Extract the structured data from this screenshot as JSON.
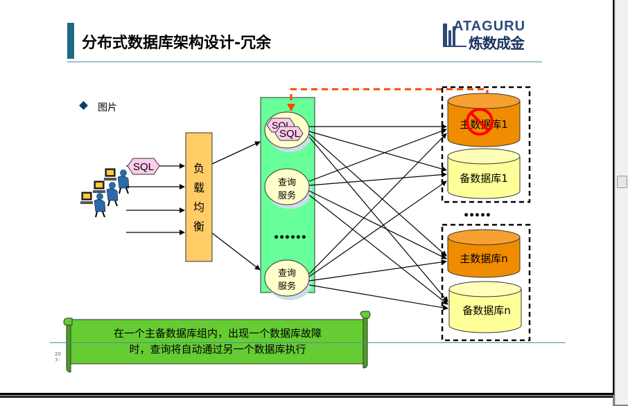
{
  "slide": {
    "title": "分布式数据库架构设计-冗余",
    "logo_latin": "ATAGURU",
    "logo_cn": "炼数成金",
    "bullet": "图片",
    "footer_line1": "20",
    "footer_line2": "7-"
  },
  "diagram": {
    "sql_tag": "SQL",
    "load_balancer_chars": [
      "负",
      "载",
      "均",
      "衡"
    ],
    "sql_stack_front": "SQL",
    "sql_stack_back": "SQL",
    "query_service_top_line1": "查询",
    "query_service_top_line2": "服务",
    "query_service_bottom_line1": "查询",
    "query_service_bottom_line2": "服务",
    "ellipsis": "••••••",
    "db_group_ellipsis": "•••••",
    "master_db_1": "主数据库1",
    "backup_db_1": "备数据库1",
    "master_db_n": "主数据库n",
    "backup_db_n": "备数据库n",
    "banner_line1": "在一个主备数据库组内，出现一个数据库故障",
    "banner_line2": "时，查询将自动通过另一个数据库执行"
  },
  "colors": {
    "title_accent": "#1f6b84",
    "query_panel": "#66ff99",
    "load_balancer": "#ffcc66",
    "master_db": "#f08c00",
    "backup_db": "#ffff99",
    "failover_dash": "#ff4400",
    "banner": "#66cc33",
    "sql_tag": "#ffccee"
  }
}
